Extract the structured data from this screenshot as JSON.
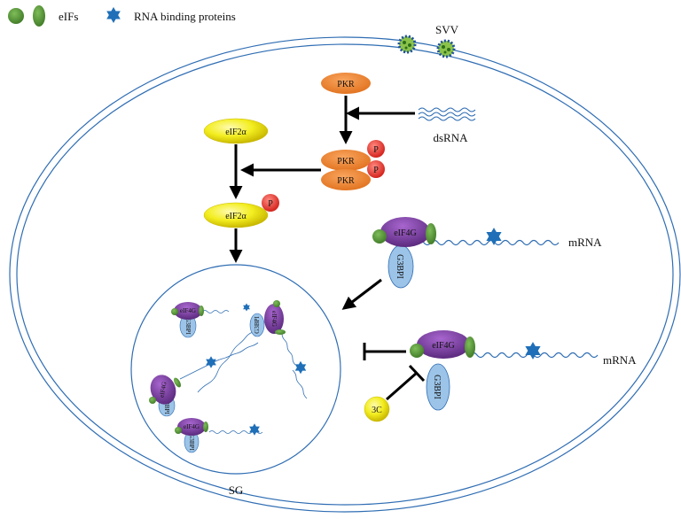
{
  "legend": {
    "eifs_label": "eIFs",
    "rbp_label": "RNA binding proteins"
  },
  "labels": {
    "svv": "SVV",
    "pkr": "PKR",
    "pkr_dimer_top": "PKR",
    "pkr_dimer_bottom": "PKR",
    "phospho": "P",
    "dsrna": "dsRNA",
    "eif2a": "eIF2α",
    "eif2a_p": "eIF2α",
    "eif4g": "eIF4G",
    "g3bp1": "G3BPI",
    "mrna": "mRNA",
    "protease_3c": "3C",
    "sg": "SG"
  },
  "colors": {
    "eif_green": "#5b9a3c",
    "rbp_blue": "#1f6fb8",
    "pkr_orange": "#f07f2e",
    "phospho_red": "#e8352c",
    "eif2a_yellow": "#f0ec1e",
    "eif4g_purple": "#7a3a9e",
    "g3bp1_blue": "#9cc4e8",
    "svv_green": "#8bc34a",
    "rna_blue": "#2f6db3"
  }
}
